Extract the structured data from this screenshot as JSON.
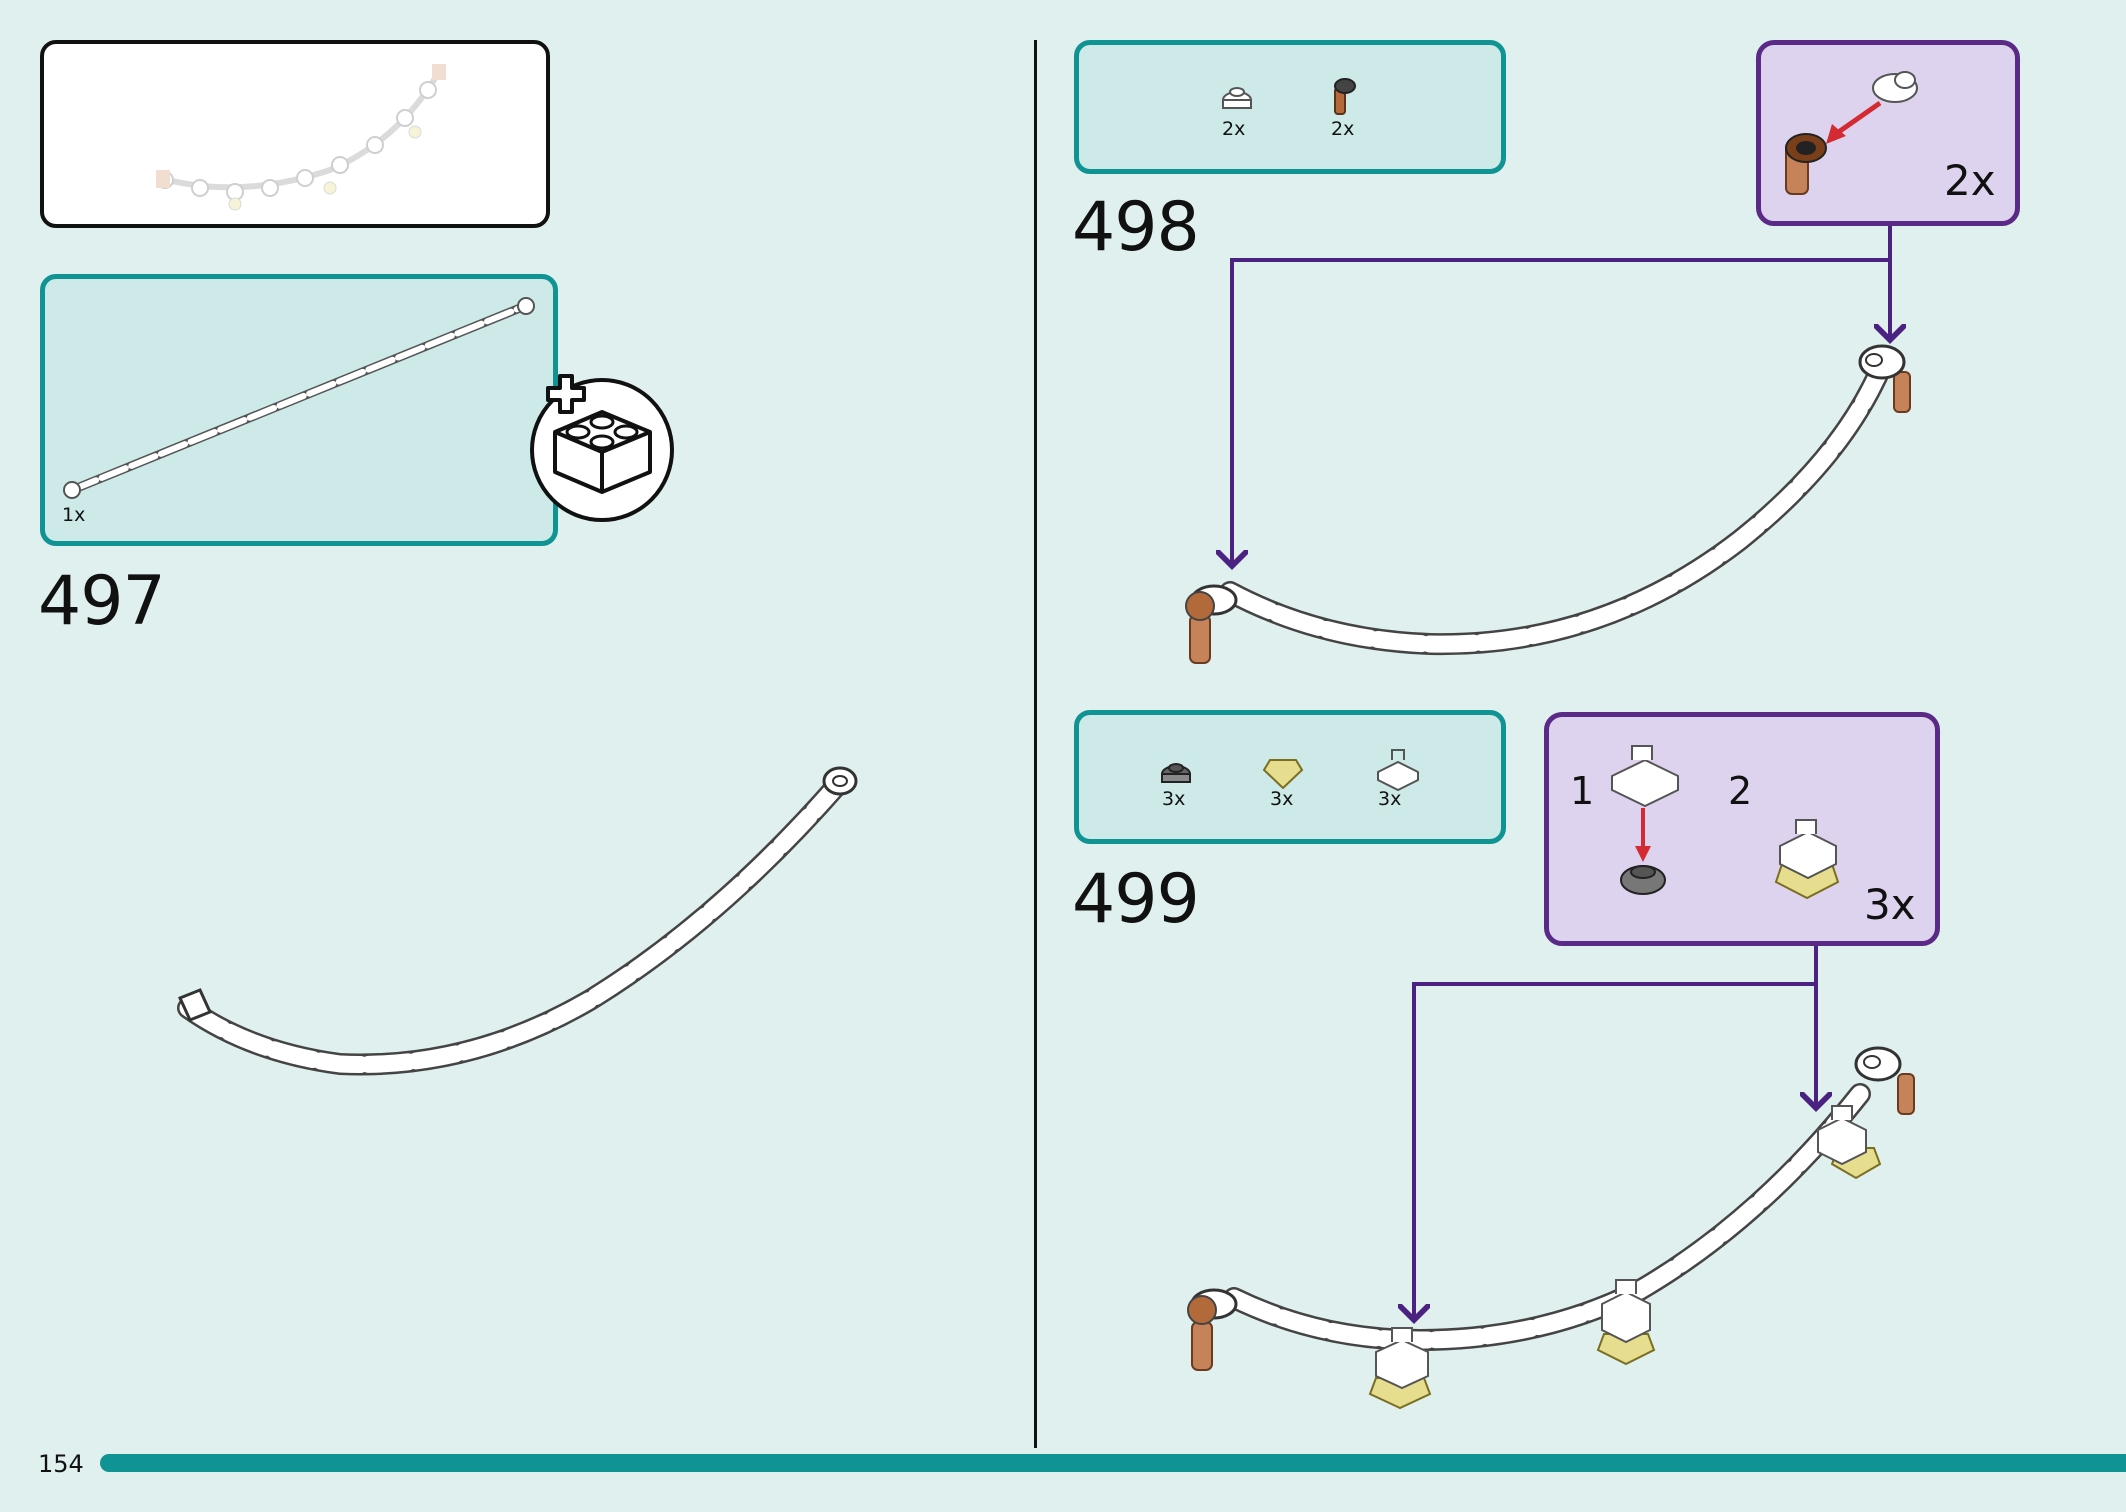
{
  "page": {
    "number": "154"
  },
  "steps": [
    {
      "number": "497",
      "parts": [
        {
          "qty": "1x",
          "icon": "tube-element"
        }
      ],
      "extra_icon": "add-brick-icon"
    },
    {
      "number": "498",
      "parts": [
        {
          "qty": "2x",
          "icon": "white-round-plate"
        },
        {
          "qty": "2x",
          "icon": "brown-bracket"
        }
      ],
      "subassembly": {
        "qty": "2x"
      }
    },
    {
      "number": "499",
      "parts": [
        {
          "qty": "3x",
          "icon": "dark-round-plate"
        },
        {
          "qty": "3x",
          "icon": "yellow-gem"
        },
        {
          "qty": "3x",
          "icon": "white-clip"
        }
      ],
      "subassembly": {
        "qty": "3x",
        "sub_steps": [
          "1",
          "2"
        ]
      }
    }
  ],
  "colors": {
    "background": "#dff0ef",
    "parts_border": "#109393",
    "sub_border": "#5a2a86",
    "sub_fill": "#ded3ee",
    "arrow": "#4b2281",
    "red_arrow": "#d42a32"
  }
}
